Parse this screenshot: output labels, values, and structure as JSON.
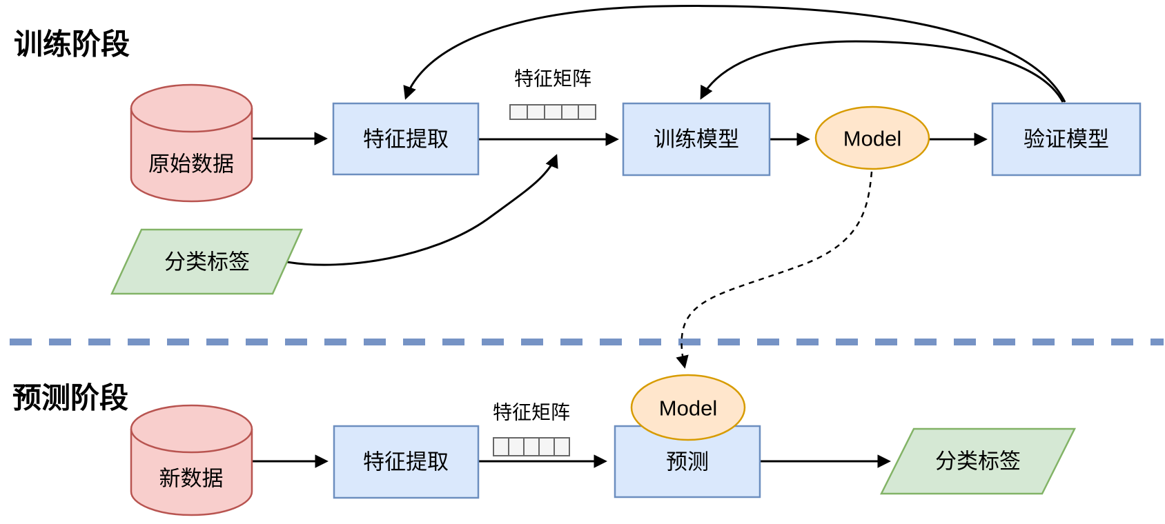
{
  "training": {
    "title": "训练阶段",
    "raw_data": "原始数据",
    "feature_extraction": "特征提取",
    "feature_matrix": "特征矩阵",
    "train_model": "训练模型",
    "model": "Model",
    "validate_model": "验证模型",
    "class_labels": "分类标签"
  },
  "prediction": {
    "title": "预测阶段",
    "new_data": "新数据",
    "feature_extraction": "特征提取",
    "feature_matrix": "特征矩阵",
    "predict": "预测",
    "model": "Model",
    "class_labels": "分类标签"
  },
  "colors": {
    "process_fill": "#dae8fc",
    "process_stroke": "#6c8ebf",
    "database_fill": "#f8cecc",
    "database_stroke": "#b85450",
    "labels_fill": "#d5e8d4",
    "labels_stroke": "#82b366",
    "model_fill": "#ffe6cc",
    "model_stroke": "#d79b00",
    "matrix_cell_fill": "#f5f5f5",
    "matrix_cell_stroke": "#666666",
    "divider": "#7693c5",
    "connector": "#000000"
  }
}
